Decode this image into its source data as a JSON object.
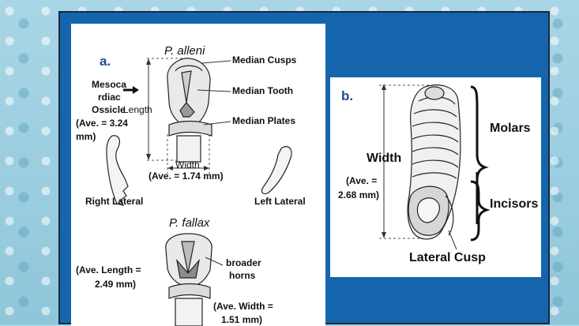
{
  "panel_a": {
    "letter": "a.",
    "title_alleni": "P. alleni",
    "mesocardiac_line1": "Mesoca",
    "mesocardiac_line2": "rdiac",
    "mesocardiac_line3": "Ossicle",
    "length_label": "Length",
    "ave_length_line1": "(Ave. = 3.24",
    "ave_length_line2": "mm)",
    "median_cusps": "Median Cusps",
    "median_tooth": "Median Tooth",
    "median_plates": "Median Plates",
    "width_label": "Width",
    "ave_width": "(Ave. = 1.74 mm)",
    "right_lateral": "Right Lateral",
    "left_lateral": "Left Lateral",
    "title_fallax": "P. fallax",
    "broader_horns_line1": "broader",
    "broader_horns_line2": "horns",
    "fallax_length_line1": "(Ave. Length =",
    "fallax_length_line2": "2.49 mm)",
    "fallax_width_line1": "(Ave. Width =",
    "fallax_width_line2": "1.51 mm)"
  },
  "panel_b": {
    "letter": "b.",
    "width_label": "Width",
    "ave_line1": "(Ave.  =",
    "ave_line2": "2.68 mm)",
    "molars": "Molars",
    "incisors": "Incisors",
    "lateral_cusp": "Lateral Cusp"
  },
  "colors": {
    "slide_blue": "#1565ad",
    "letter_blue": "#1f4e8c",
    "background_water": "#a9d6e6"
  }
}
